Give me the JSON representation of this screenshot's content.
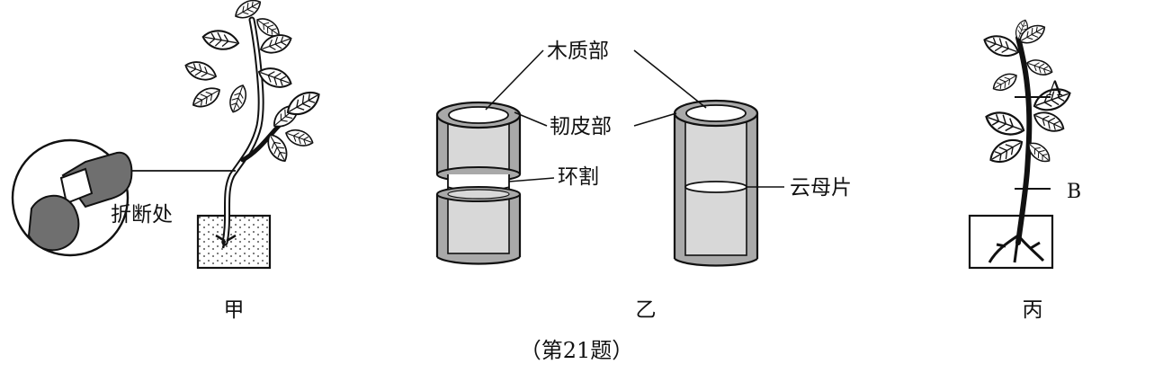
{
  "figure": {
    "panels": [
      {
        "id": "jia",
        "caption": "甲",
        "labels": {
          "break_point": "折断处"
        }
      },
      {
        "id": "yi",
        "caption": "乙",
        "labels": {
          "xylem": "木质部",
          "phloem": "韧皮部",
          "girdling": "环割",
          "mica_sheet": "云母片"
        }
      },
      {
        "id": "bing",
        "caption": "丙",
        "labels": {
          "point_a": "A",
          "point_b": "B"
        }
      }
    ],
    "caption": "（第21题）"
  },
  "colors": {
    "ink": "#111111",
    "gray_light": "#d8d8d8",
    "gray_mid": "#a9a9a9",
    "gray_dark": "#6f6f6f"
  }
}
